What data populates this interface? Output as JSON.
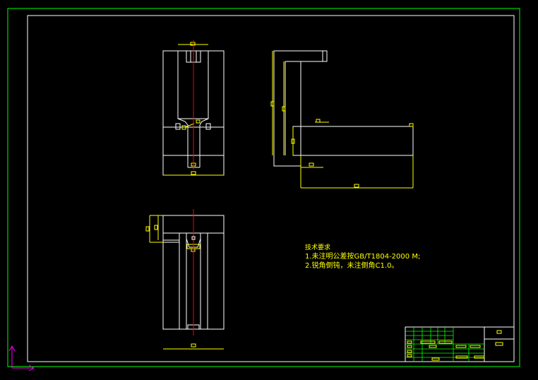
{
  "colors": {
    "background": "#000000",
    "frame": "#00ff00",
    "geometry": "#ffffff",
    "centerline": "#ff0000",
    "dimension": "#ffff00",
    "ucs": "#ff00ff"
  },
  "technical_requirements": {
    "title": "技术要求",
    "line1": "1.未注明公差按GB/T1804-2000 M;",
    "line2": "2.锐角倒钝，未注倒角C1.0。"
  }
}
